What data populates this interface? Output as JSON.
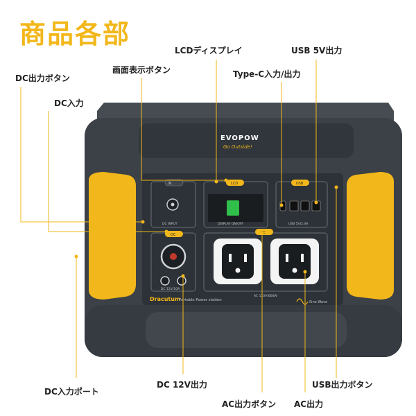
{
  "title": "商品各部",
  "colors": {
    "accent": "#f2b71a",
    "body": "#3b4146",
    "face": "#2c3237",
    "line": "#f2b71a"
  },
  "callouts": {
    "lcd_display": "LCDディスプレイ",
    "usb_5v_out": "USB 5V出力",
    "dc_out_button": "DC出力ボタン",
    "display_button": "画面表示ボタン",
    "typec_io": "Type-C入力/出力",
    "dc_in": "DC入力",
    "dc_in_port": "DC入力ポート",
    "dc_12v_out": "DC 12V出力",
    "usb_out_button": "USB出力ボタン",
    "ac_out_button": "AC出力ボタン",
    "ac_out": "AC出力"
  },
  "device": {
    "brand": "EVOPOW",
    "slogan": "Go Outside!",
    "model": "Dracutum",
    "model_sub": "Portable Power station",
    "btn_in": "IN",
    "btn_lcd": "LCD",
    "btn_usb": "USB",
    "btn_dc": "DC",
    "btn_ac": "AC",
    "dc_input": "DC INPUT",
    "display_onoff": "DISPLAY ON/OFF",
    "usb_spec": "USB 5V/2.4A",
    "dc_spec": "DC 12V/10A",
    "ac_spec": "AC 110V/600W",
    "sine_wave": "Sine Wave"
  }
}
